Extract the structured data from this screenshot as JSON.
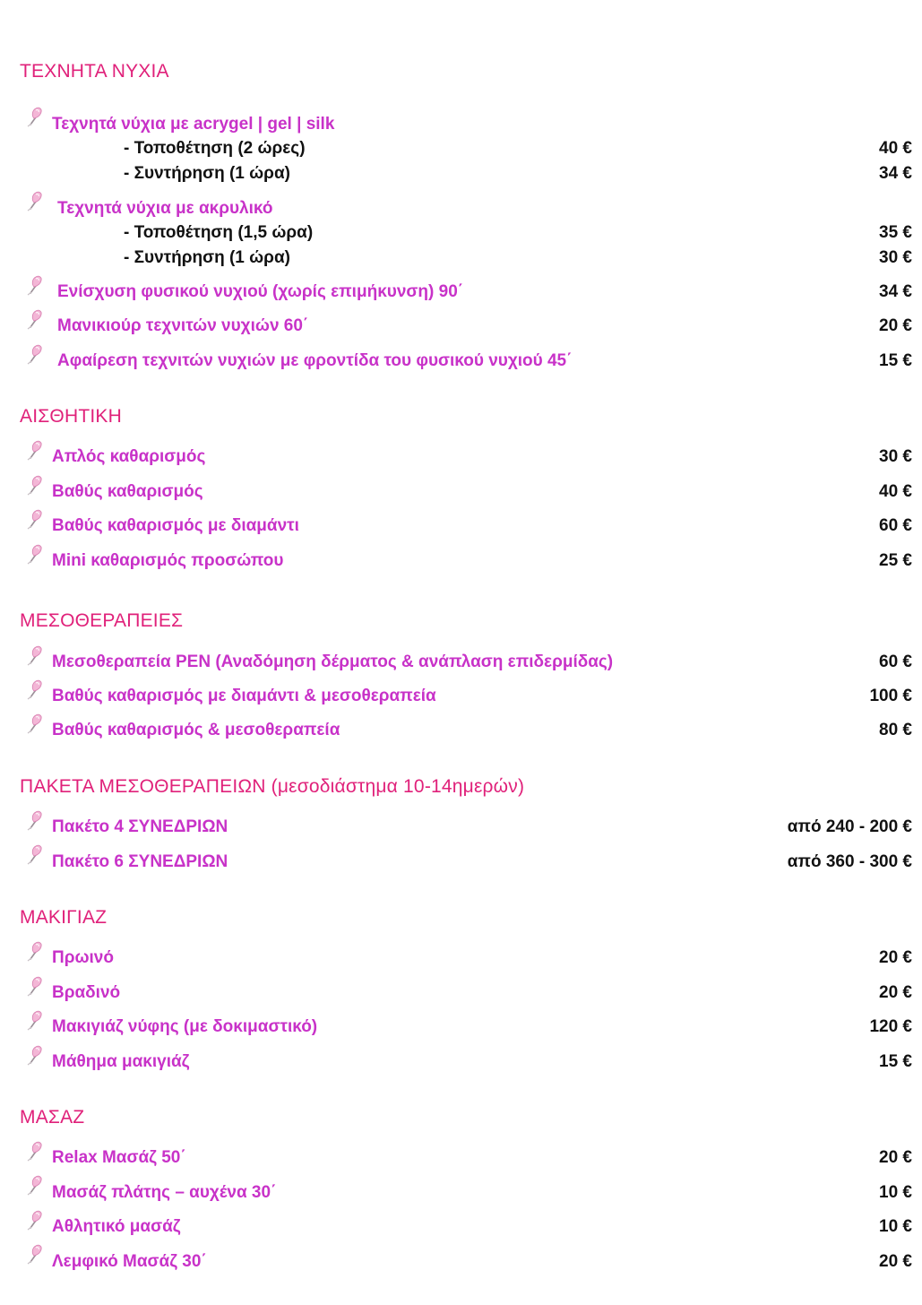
{
  "colors": {
    "heading": "#e0217a",
    "item": "#c832c8",
    "price": "#111111",
    "icon": "pink-nail-polish-icon"
  },
  "sections": {
    "nails": {
      "title": "ΤΕΧΝΗΤΑ ΝΥΧΙΑ",
      "i0": {
        "label": "Τεχνητά νύχια με acrygel | gel | silk",
        "s0": {
          "label": "- Τοποθέτηση (2 ώρες)",
          "price": "40 €"
        },
        "s1": {
          "label": "- Συντήρηση (1 ώρα)",
          "price": "34 €"
        }
      },
      "i1": {
        "label": "Τεχνητά νύχια με ακρυλικό",
        "s0": {
          "label": "- Τοποθέτηση (1,5 ώρα)",
          "price": "35 €"
        },
        "s1": {
          "label": "- Συντήρηση (1 ώρα)",
          "price": "30 €"
        }
      },
      "i2": {
        "label": "Ενίσχυση φυσικού νυχιού (χωρίς επιμήκυνση) 90΄",
        "price": "34 €"
      },
      "i3": {
        "label": "Μανικιούρ τεχνιτών νυχιών 60΄",
        "price": "20 €"
      },
      "i4": {
        "label": "Αφαίρεση τεχνιτών νυχιών με φροντίδα του φυσικού νυχιού 45΄",
        "price": "15 €"
      }
    },
    "aesthetics": {
      "title": "ΑΙΣΘΗΤΙΚΗ",
      "i0": {
        "label": "Απλός καθαρισμός",
        "price": "30 €"
      },
      "i1": {
        "label": "Βαθύς καθαρισμός",
        "price": "40 €"
      },
      "i2": {
        "label": "Βαθύς καθαρισμός με διαμάντι",
        "price": "60 €"
      },
      "i3": {
        "label": "Mini καθαρισμός προσώπου",
        "price": "25 €"
      }
    },
    "meso": {
      "title": "ΜΕΣΟΘΕΡΑΠΕΙΕΣ",
      "i0": {
        "label": "Μεσοθεραπεία PEN (Αναδόμηση δέρματος & ανάπλαση επιδερμίδας)",
        "price": "60 €"
      },
      "i1": {
        "label": "Βαθύς καθαρισμός με διαμάντι & μεσοθεραπεία",
        "price": "100 €"
      },
      "i2": {
        "label": "Βαθύς καθαρισμός & μεσοθεραπεία",
        "price": "80 €"
      }
    },
    "packs": {
      "title": "ΠΑΚΕΤΑ ΜΕΣΟΘΕΡΑΠΕΙΩΝ (μεσοδιάστημα 10-14ημερών)",
      "i0": {
        "label": "Πακέτο 4 ΣΥΝΕΔΡΙΩΝ",
        "price": "από 240 - 200 €"
      },
      "i1": {
        "label": "Πακέτο 6 ΣΥΝΕΔΡΙΩΝ",
        "price": "από 360 - 300 €"
      }
    },
    "makeup": {
      "title": "ΜΑΚΙΓΙΑΖ",
      "i0": {
        "label": "Πρωινό",
        "price": "20 €"
      },
      "i1": {
        "label": "Βραδινό",
        "price": "20 €"
      },
      "i2": {
        "label": "Μακιγιάζ νύφης (με δοκιμαστικό)",
        "price": "120 €"
      },
      "i3": {
        "label": "Μάθημα μακιγιάζ",
        "price": "15 €"
      }
    },
    "massage": {
      "title": "ΜΑΣΑΖ",
      "i0": {
        "label": "Relax Μασάζ 50΄",
        "price": "20 €"
      },
      "i1": {
        "label": "Μασάζ πλάτης – αυχένα 30΄",
        "price": "10 €"
      },
      "i2": {
        "label": "Αθλητικό μασάζ",
        "price": "10 €"
      },
      "i3": {
        "label": "Λεμφικό Μασάζ 30΄",
        "price": "20 €"
      }
    }
  }
}
